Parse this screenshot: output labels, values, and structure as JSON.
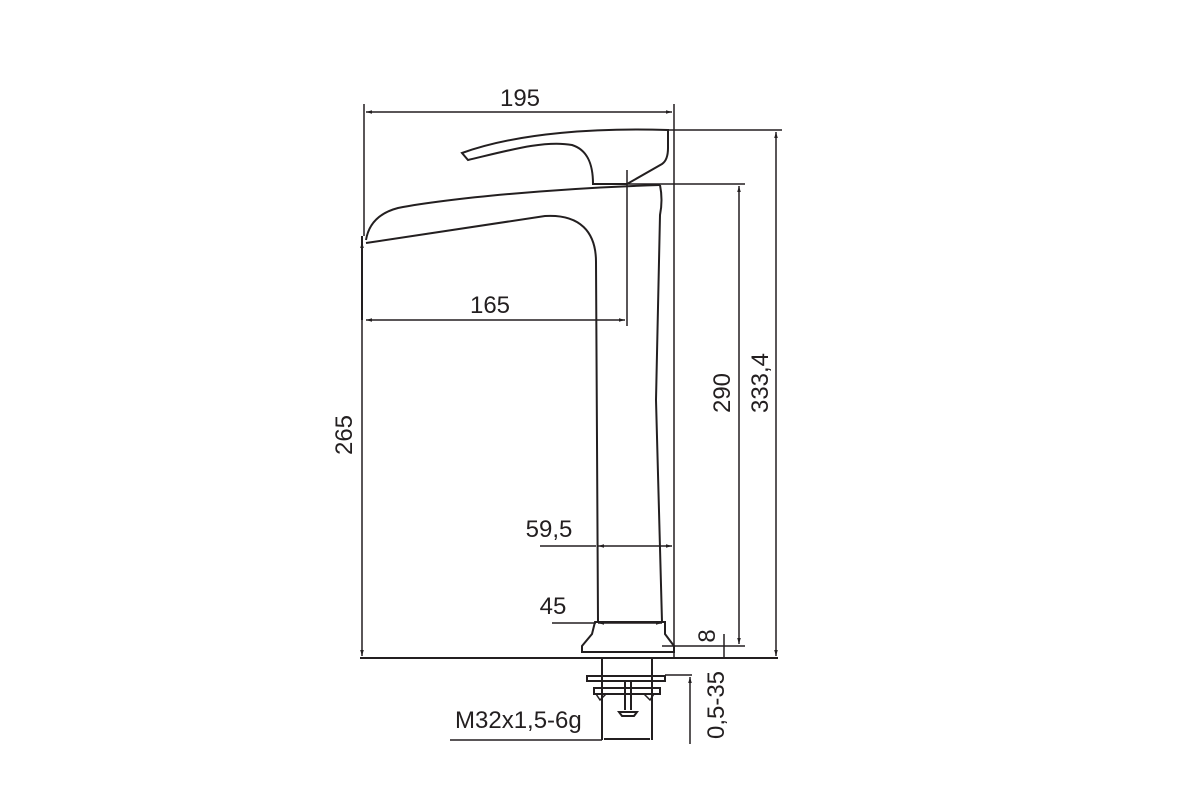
{
  "drawing": {
    "line_color": "#231f20",
    "dimensions": {
      "overall_width": "195",
      "spout_reach": "165",
      "spout_height": "265",
      "spout_top_height": "290",
      "overall_height": "333,4",
      "body_width": "59,5",
      "base_width": "45",
      "base_height": "8",
      "mounting_thickness": "0,5-35",
      "thread": "M32x1,5-6g"
    }
  }
}
